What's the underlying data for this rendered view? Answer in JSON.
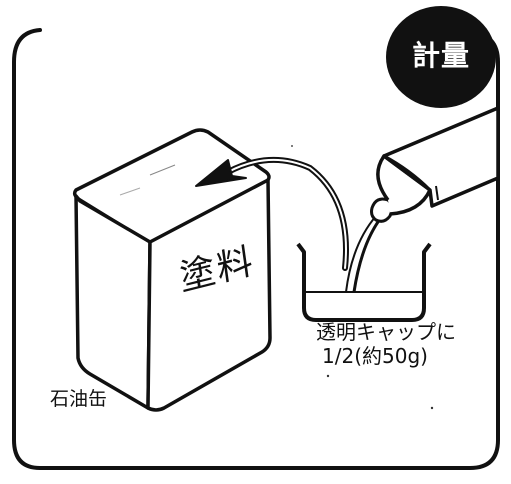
{
  "badge": {
    "text": "計量"
  },
  "can": {
    "label": "塗料",
    "name": "石油缶"
  },
  "cup": {
    "caption_line1": "透明キャップに",
    "caption_line2": "1/2(約50g)"
  }
}
